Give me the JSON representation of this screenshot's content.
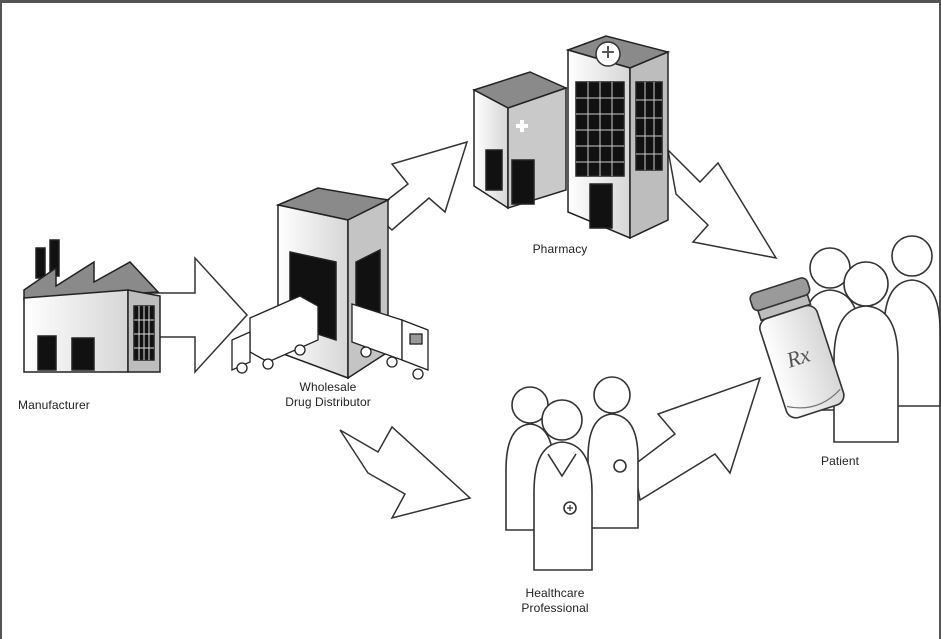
{
  "nodes": {
    "manufacturer": {
      "label": "Manufacturer"
    },
    "distributor": {
      "label_line1": "Wholesale",
      "label_line2": "Drug Distributor"
    },
    "pharmacy": {
      "label": "Pharmacy"
    },
    "patient": {
      "label": "Patient",
      "bottle_text": "Rx"
    },
    "healthcare": {
      "label_line1": "Healthcare",
      "label_line2": "Professional"
    }
  },
  "colors": {
    "outline": "#333333",
    "roof": "#8a8a8a",
    "dark": "#111111",
    "shade": "#cfcfcf",
    "fill": "#ffffff"
  }
}
